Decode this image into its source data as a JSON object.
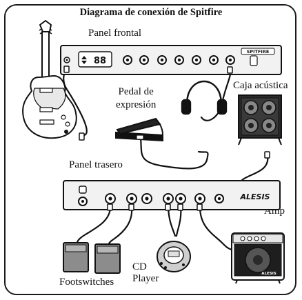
{
  "title": "Diagrama de conexión de Spitfire",
  "labels": {
    "front_panel": "Panel frontal",
    "pedal_line1": "Pedal de",
    "pedal_line2": "expresión",
    "cabinet": "Caja acústica",
    "rear_panel": "Panel trasero",
    "amp": "Amp",
    "footswitches": "Footswitches",
    "cd_line1": "CD",
    "cd_line2": "Player"
  },
  "logos": {
    "front_brand": "SPITFIRE",
    "rear_brand": "ALESIS",
    "amp_brand": "ALESIS",
    "display": "88"
  },
  "colors": {
    "ink": "#111111",
    "panel": "#f2f2f2",
    "cabinet": "#2b2b2b",
    "footswitch": "#8c8c8c"
  }
}
